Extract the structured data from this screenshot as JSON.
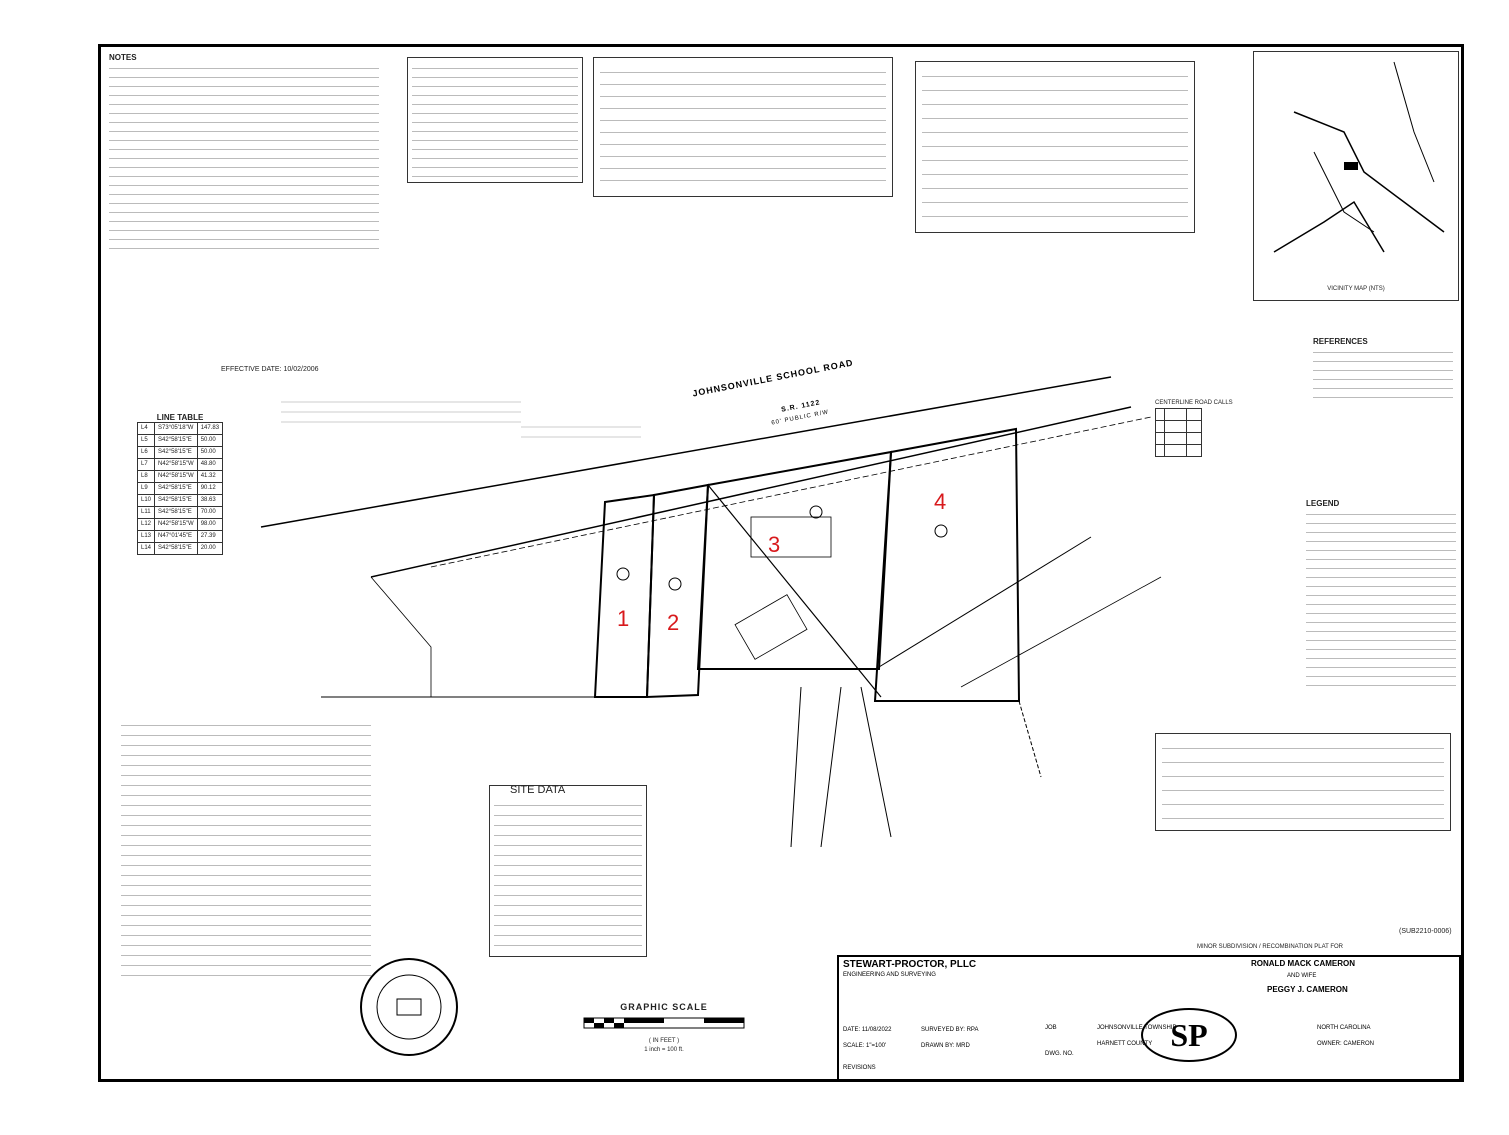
{
  "lots": [
    "1",
    "2",
    "3",
    "4"
  ],
  "road": {
    "name": "JOHNSONVILLE SCHOOL ROAD",
    "route": "S.R. 1122",
    "row": "60' PUBLIC R/W"
  },
  "blocks": {
    "notes_header": "NOTES",
    "site_data_header": "SITE DATA",
    "references_header": "REFERENCES",
    "legend_header": "LEGEND",
    "line_table_header": "LINE TABLE",
    "vicinity_map": "VICINITY MAP (NTS)",
    "graphic_scale": "GRAPHIC SCALE",
    "scale_text": "( IN FEET )",
    "scale_ratio": "1 inch = 100 ft.",
    "effective_date": "EFFECTIVE DATE: 10/02/2006",
    "centerline_table": "CENTERLINE ROAD CALLS",
    "plat_title": "MINOR SUBDIVISION / RECOMBINATION PLAT FOR",
    "sheet_no": "(SUB2210-0006)"
  },
  "title_block": {
    "firm": "STEWART-PROCTOR, PLLC",
    "firm_sub": "ENGINEERING AND SURVEYING",
    "logo": "SP",
    "owner1": "RONALD MACK CAMERON",
    "and": "AND WIFE",
    "owner2": "PEGGY J. CAMERON",
    "township": "JOHNSONVILLE TOWNSHIP",
    "state": "NORTH CAROLINA",
    "county": "HARNETT COUNTY",
    "owner_short": "OWNER: CAMERON",
    "date": "DATE: 11/08/2022",
    "surveyed_by": "SURVEYED BY: RPA",
    "scale": "SCALE: 1\"=100'",
    "drawn_by": "DRAWN BY: MRD",
    "revisions": "REVISIONS",
    "job": "JOB",
    "dwg": "DWG. NO."
  },
  "line_table_rows": [
    [
      "L4",
      "S73°05'18\"W",
      "147.83"
    ],
    [
      "L5",
      "S42°58'15\"E",
      "50.00"
    ],
    [
      "L6",
      "S42°58'15\"E",
      "50.00"
    ],
    [
      "L7",
      "N42°58'15\"W",
      "48.80"
    ],
    [
      "L8",
      "N42°58'15\"W",
      "41.32"
    ],
    [
      "L9",
      "S42°58'15\"E",
      "90.12"
    ],
    [
      "L10",
      "S42°58'15\"E",
      "38.63"
    ],
    [
      "L11",
      "S42°58'15\"E",
      "70.00"
    ],
    [
      "L12",
      "N42°58'15\"W",
      "98.00"
    ],
    [
      "L13",
      "N47°01'45\"E",
      "27.39"
    ],
    [
      "L14",
      "S42°58'15\"E",
      "20.00"
    ]
  ],
  "colors": {
    "lot_label": "#d8191c",
    "line": "#000000"
  }
}
